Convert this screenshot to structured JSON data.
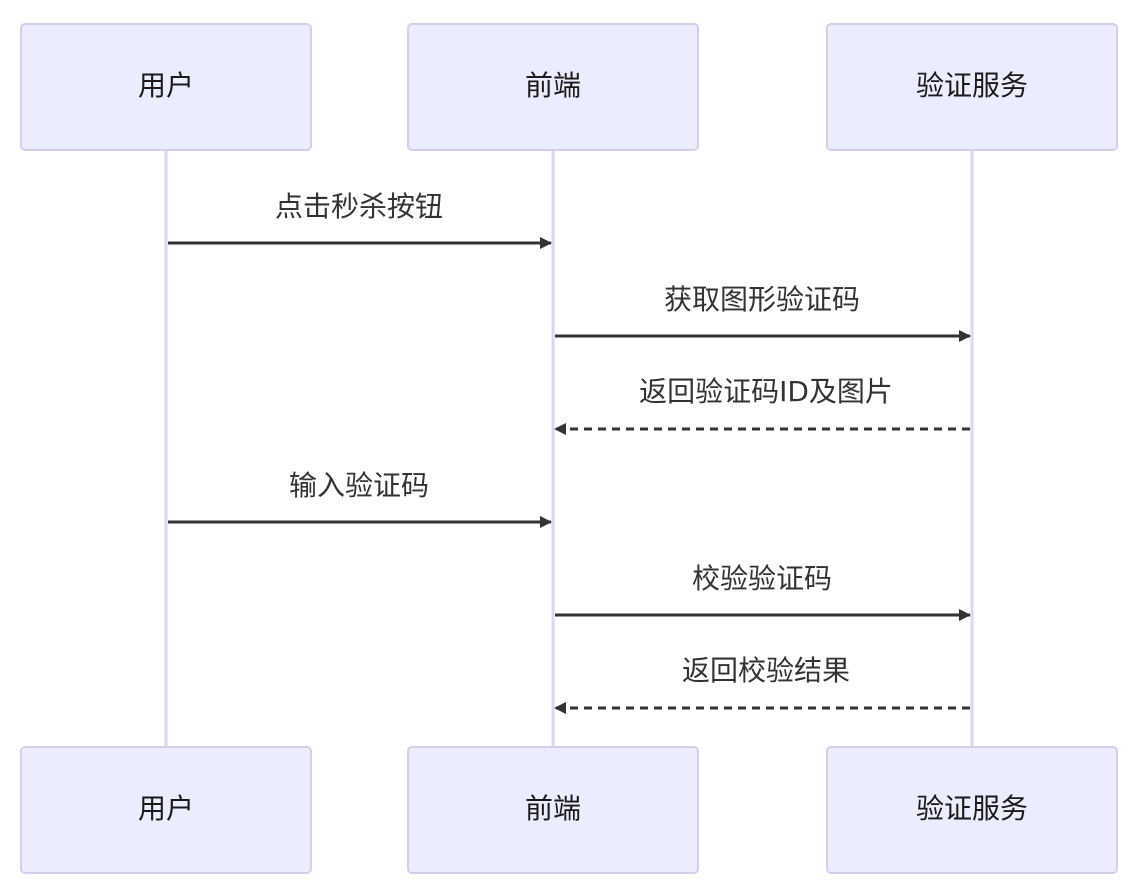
{
  "participants": [
    {
      "id": "user",
      "label": "用户"
    },
    {
      "id": "frontend",
      "label": "前端"
    },
    {
      "id": "captcha",
      "label": "验证服务"
    }
  ],
  "messages": [
    {
      "from": "user",
      "to": "frontend",
      "label": "点击秒杀按钮",
      "style": "solid"
    },
    {
      "from": "frontend",
      "to": "captcha",
      "label": "获取图形验证码",
      "style": "solid"
    },
    {
      "from": "captcha",
      "to": "frontend",
      "label": "返回验证码ID及图片",
      "style": "dashed"
    },
    {
      "from": "user",
      "to": "frontend",
      "label": "输入验证码",
      "style": "solid"
    },
    {
      "from": "frontend",
      "to": "captcha",
      "label": "校验验证码",
      "style": "solid"
    },
    {
      "from": "captcha",
      "to": "frontend",
      "label": "返回校验结果",
      "style": "dashed"
    }
  ],
  "colors": {
    "actor_fill": "#ececff",
    "actor_border": "#d2cfee",
    "lifeline": "#d8d6f0",
    "message": "#333333"
  }
}
